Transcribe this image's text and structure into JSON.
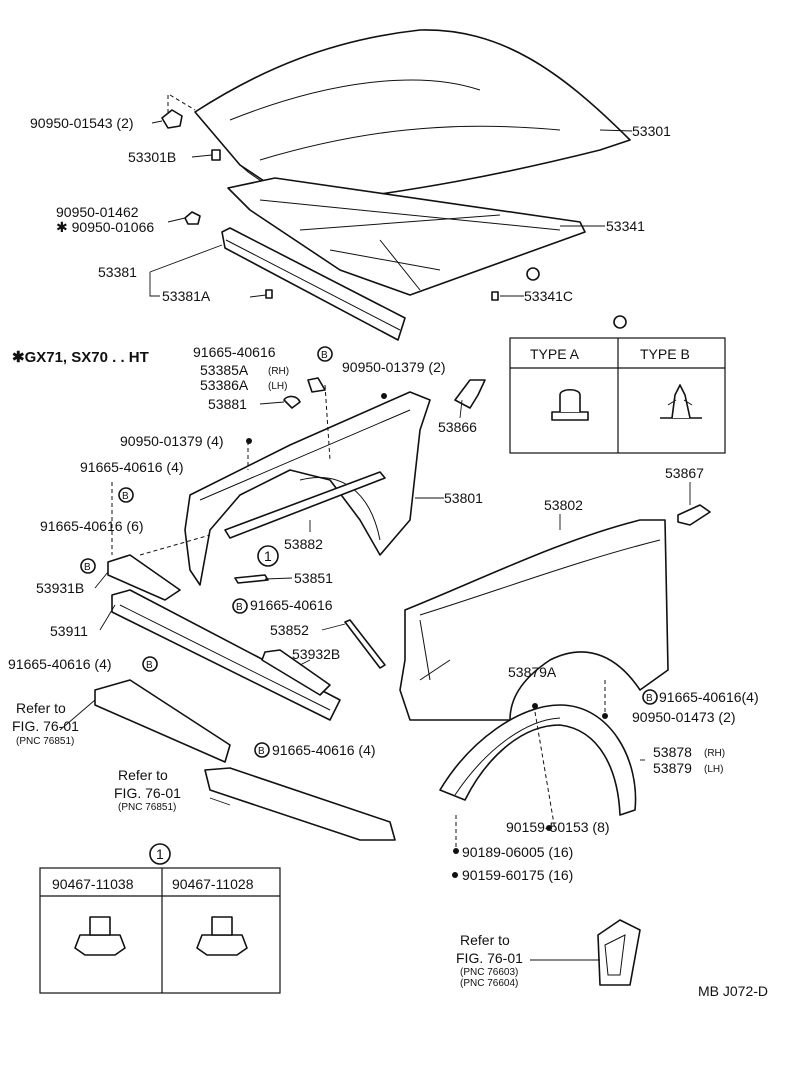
{
  "labels": {
    "p90950_01543": "90950-01543 (2)",
    "p53301": "53301",
    "p53301B": "53301B",
    "p90950_01462": "90950-01462",
    "p90950_01066": "✱ 90950-01066",
    "p53341": "53341",
    "p53381": "53381",
    "p53381A": "53381A",
    "p53341C": "53341C",
    "models_note": "✱GX71, SX70 . . HT",
    "p91665_40616_top": "91665-40616",
    "p53385A": "53385A",
    "p53385A_side": "(RH)",
    "p53386A": "53386A",
    "p53386A_side": "(LH)",
    "p90950_01379_2": "90950-01379 (2)",
    "p53881": "53881",
    "p53866": "53866",
    "p90950_01379_4": "90950-01379 (4)",
    "p91665_40616_4a": "91665-40616 (4)",
    "p53801": "53801",
    "p53802": "53802",
    "p53867": "53867",
    "p91665_40616_6": "91665-40616 (6)",
    "p53882": "53882",
    "p53931B": "53931B",
    "p53851": "53851",
    "p91665_40616_mid": "91665-40616",
    "p53911": "53911",
    "p53852": "53852",
    "p53932B": "53932B",
    "p91665_40616_4b": "91665-40616 (4)",
    "p53879A": "53879A",
    "p91665_40616_4c": "91665-40616(4)",
    "p90950_01473": "90950-01473 (2)",
    "p91665_40616_4d": "91665-40616 (4)",
    "p53878": "53878",
    "p53878_side": "(RH)",
    "p53879": "53879",
    "p53879_side": "(LH)",
    "p90159_50153": "90159-50153 (8)",
    "p90189_06005": "90189-06005 (16)",
    "p90159_60175": "90159-60175 (16)",
    "drawing_code": "MB J072-D"
  },
  "references": [
    {
      "line1": "Refer to",
      "line2": "FIG. 76-01",
      "pnc": [
        "(PNC 76851)"
      ]
    },
    {
      "line1": "Refer to",
      "line2": "FIG. 76-01",
      "pnc": [
        "(PNC 76851)"
      ]
    },
    {
      "line1": "Refer to",
      "line2": "FIG. 76-01",
      "pnc": [
        "(PNC 76603)",
        "(PNC 76604)"
      ]
    }
  ],
  "clip_types_table": {
    "header": [
      "TYPE  A",
      "TYPE  B"
    ]
  },
  "nut_table": {
    "marker": "1",
    "header": [
      "90467-11038",
      "90467-11028"
    ]
  },
  "symbols": {
    "callout_b": "B",
    "callout_1": "1"
  }
}
